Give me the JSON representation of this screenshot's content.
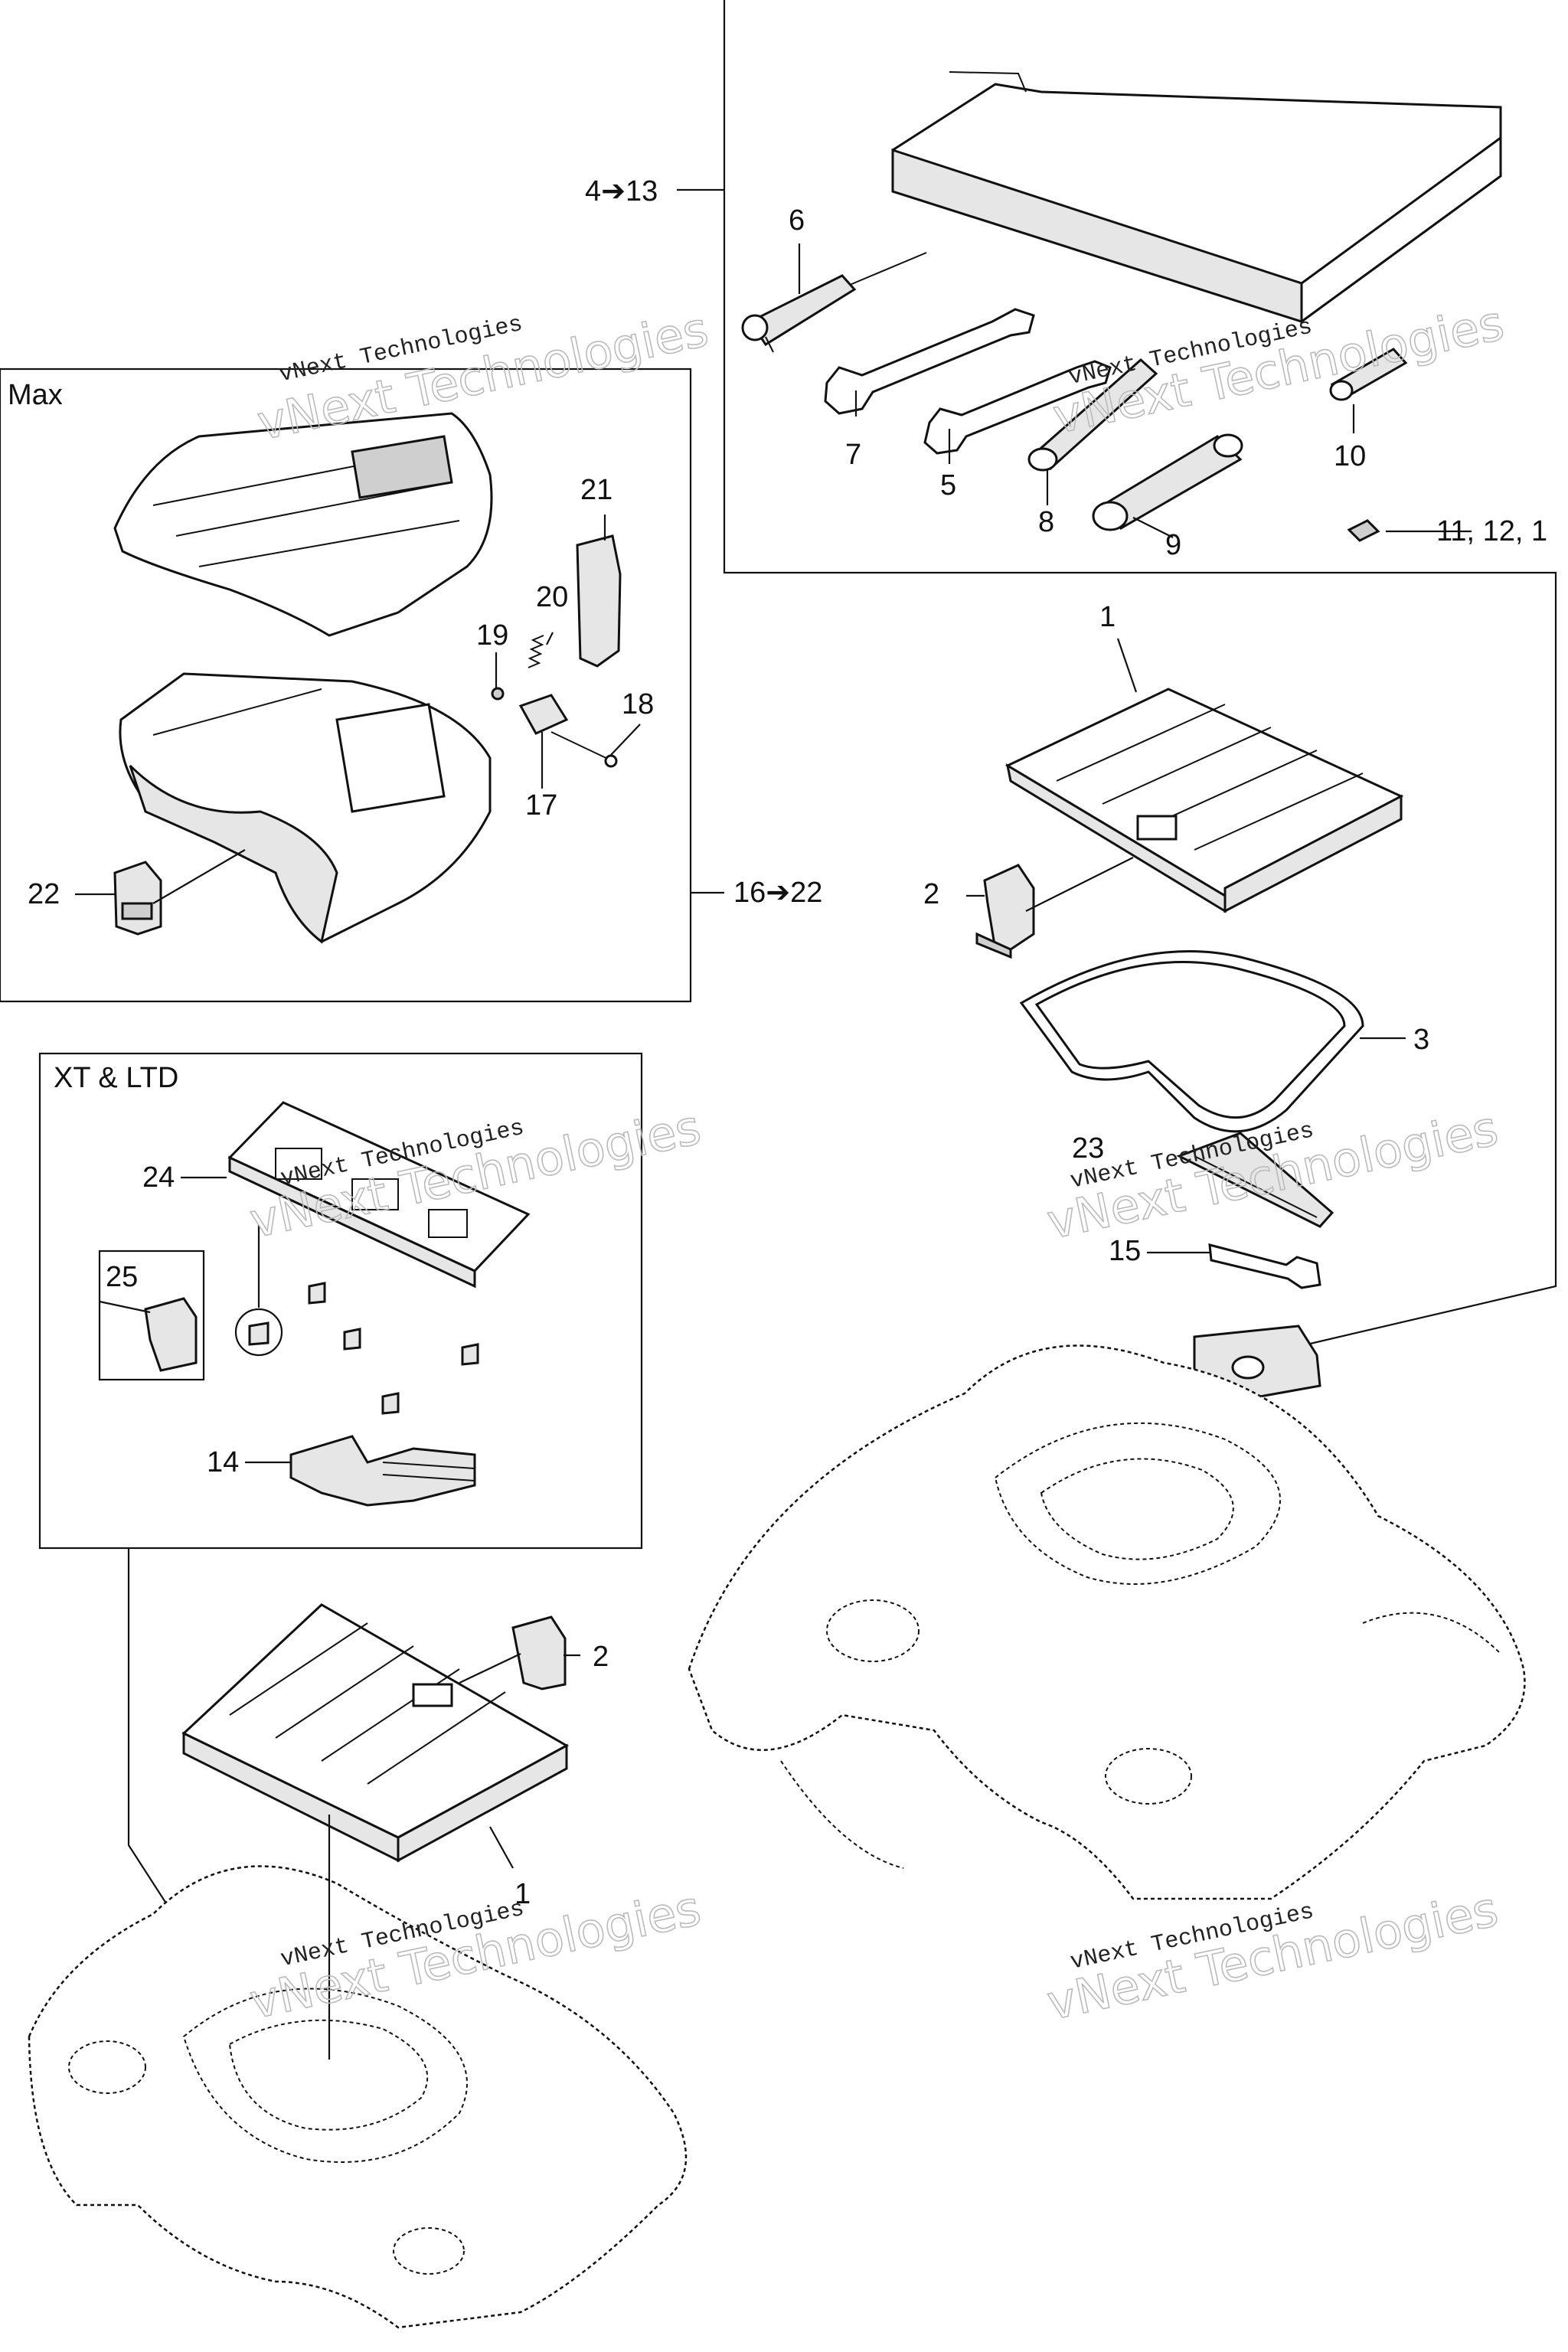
{
  "boxes": {
    "max": "Max",
    "xt_ltd": "XT & LTD"
  },
  "callouts": {
    "c4_13": "4➔13",
    "c6": "6",
    "c7": "7",
    "c5": "5",
    "c8": "8",
    "c9": "9",
    "c10": "10",
    "c11_12": "11, 12, 1",
    "c1_top": "1",
    "c2_top": "2",
    "c3": "3",
    "c23": "23",
    "c15": "15",
    "c21": "21",
    "c20": "20",
    "c19": "19",
    "c18": "18",
    "c17": "17",
    "c22": "22",
    "c16_22": "16➔22",
    "c24": "24",
    "c25": "25",
    "c14": "14",
    "c2_bottom": "2",
    "c1_bottom": "1"
  },
  "watermarks": {
    "main": "vNext Technologies",
    "sub": "vNext Technologies"
  },
  "icons": [
    "seat-icon",
    "screwdriver-icon",
    "wrench-icon",
    "spark-plug-wrench-icon",
    "fuse-puller-icon",
    "fuse-icon",
    "rack-icon",
    "latch-icon",
    "seal-icon",
    "storage-bin-icon",
    "fender-icon"
  ]
}
